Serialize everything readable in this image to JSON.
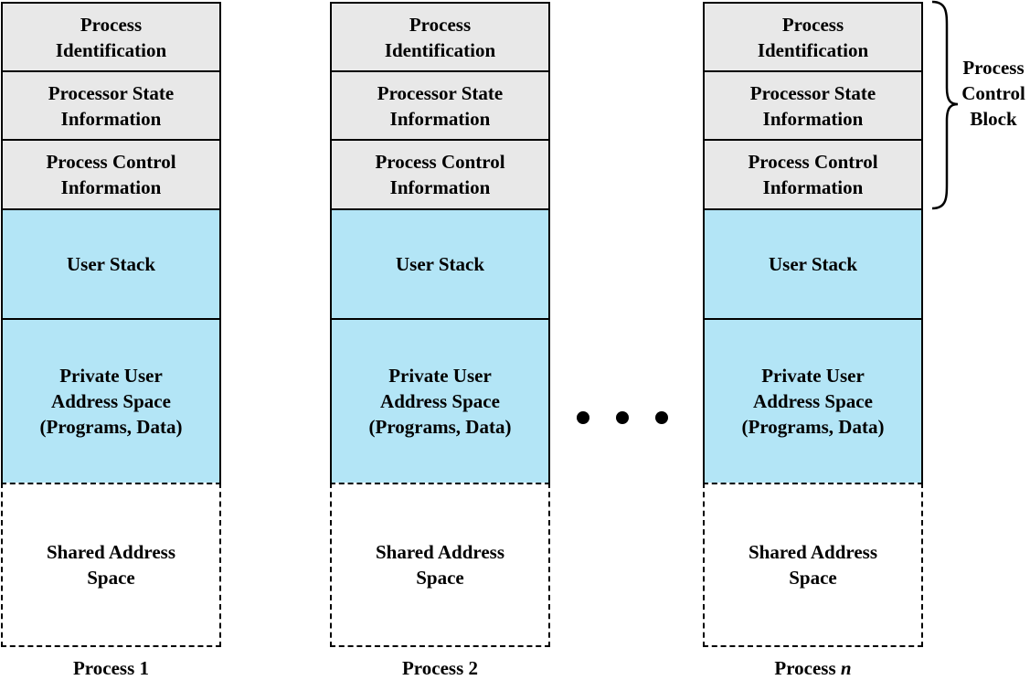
{
  "processes": [
    {
      "label": "Process 1",
      "pcb": {
        "identification": "Process\nIdentification",
        "processor_state": "Processor State\nInformation",
        "control": "Process Control\nInformation"
      },
      "user_stack": "User Stack",
      "private_space": "Private User\nAddress Space\n(Programs, Data)",
      "shared_space": "Shared Address\nSpace"
    },
    {
      "label": "Process 2",
      "pcb": {
        "identification": "Process\nIdentification",
        "processor_state": "Processor State\nInformation",
        "control": "Process Control\nInformation"
      },
      "user_stack": "User Stack",
      "private_space": "Private User\nAddress Space\n(Programs, Data)",
      "shared_space": "Shared Address\nSpace"
    },
    {
      "label_prefix": "Process ",
      "label_var": "n",
      "pcb": {
        "identification": "Process\nIdentification",
        "processor_state": "Processor State\nInformation",
        "control": "Process Control\nInformation"
      },
      "user_stack": "User Stack",
      "private_space": "Private User\nAddress Space\n(Programs, Data)",
      "shared_space": "Shared Address\nSpace"
    }
  ],
  "brace_label": "Process\nControl\nBlock",
  "colors": {
    "pcb_fill": "#e8e8e8",
    "user_fill": "#b3e5f6",
    "shared_fill": "#ffffff",
    "stroke": "#000000"
  }
}
